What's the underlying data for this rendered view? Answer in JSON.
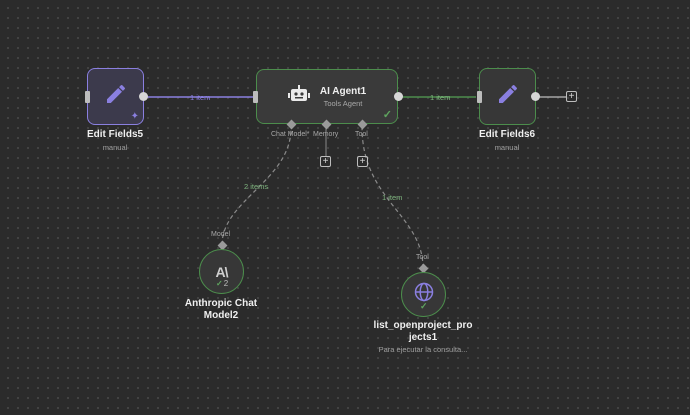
{
  "nodes": {
    "edit5": {
      "title": "Edit Fields5",
      "subtitle": "manual"
    },
    "agent": {
      "title": "AI Agent1",
      "subtitle": "Tools Agent"
    },
    "edit6": {
      "title": "Edit Fields6",
      "subtitle": "manual"
    },
    "anthropic": {
      "title_line1": "Anthropic Chat",
      "title_line2": "Model2",
      "logo_text": "A\\",
      "badge_count": "2"
    },
    "tool": {
      "title_line1": "list_openproject_pro",
      "title_line2": "jects1",
      "subtitle": "Para ejecutar la consulta..."
    }
  },
  "ports": {
    "chat_model": "Chat Model*",
    "memory": "Memory",
    "tool": "Tool",
    "model": "Model",
    "tool_in": "Tool"
  },
  "edges": {
    "edit5_to_agent": "1 item",
    "agent_to_edit6": "1 item",
    "model_to_agent": "2 items",
    "tool_to_agent": "1 item"
  },
  "icons": {
    "pencil": "pencil-icon",
    "robot": "robot-icon",
    "globe": "globe-icon",
    "check": "check-icon",
    "pin": "pin-icon",
    "plus": "plus-icon"
  },
  "symbols": {
    "check": "✓",
    "pin": "✦",
    "plus": "+"
  },
  "colors": {
    "canvas": "#2b2b2b",
    "success": "#4c8d4c",
    "pinned": "#8a7fe0",
    "connector": "#bdbdbd"
  }
}
